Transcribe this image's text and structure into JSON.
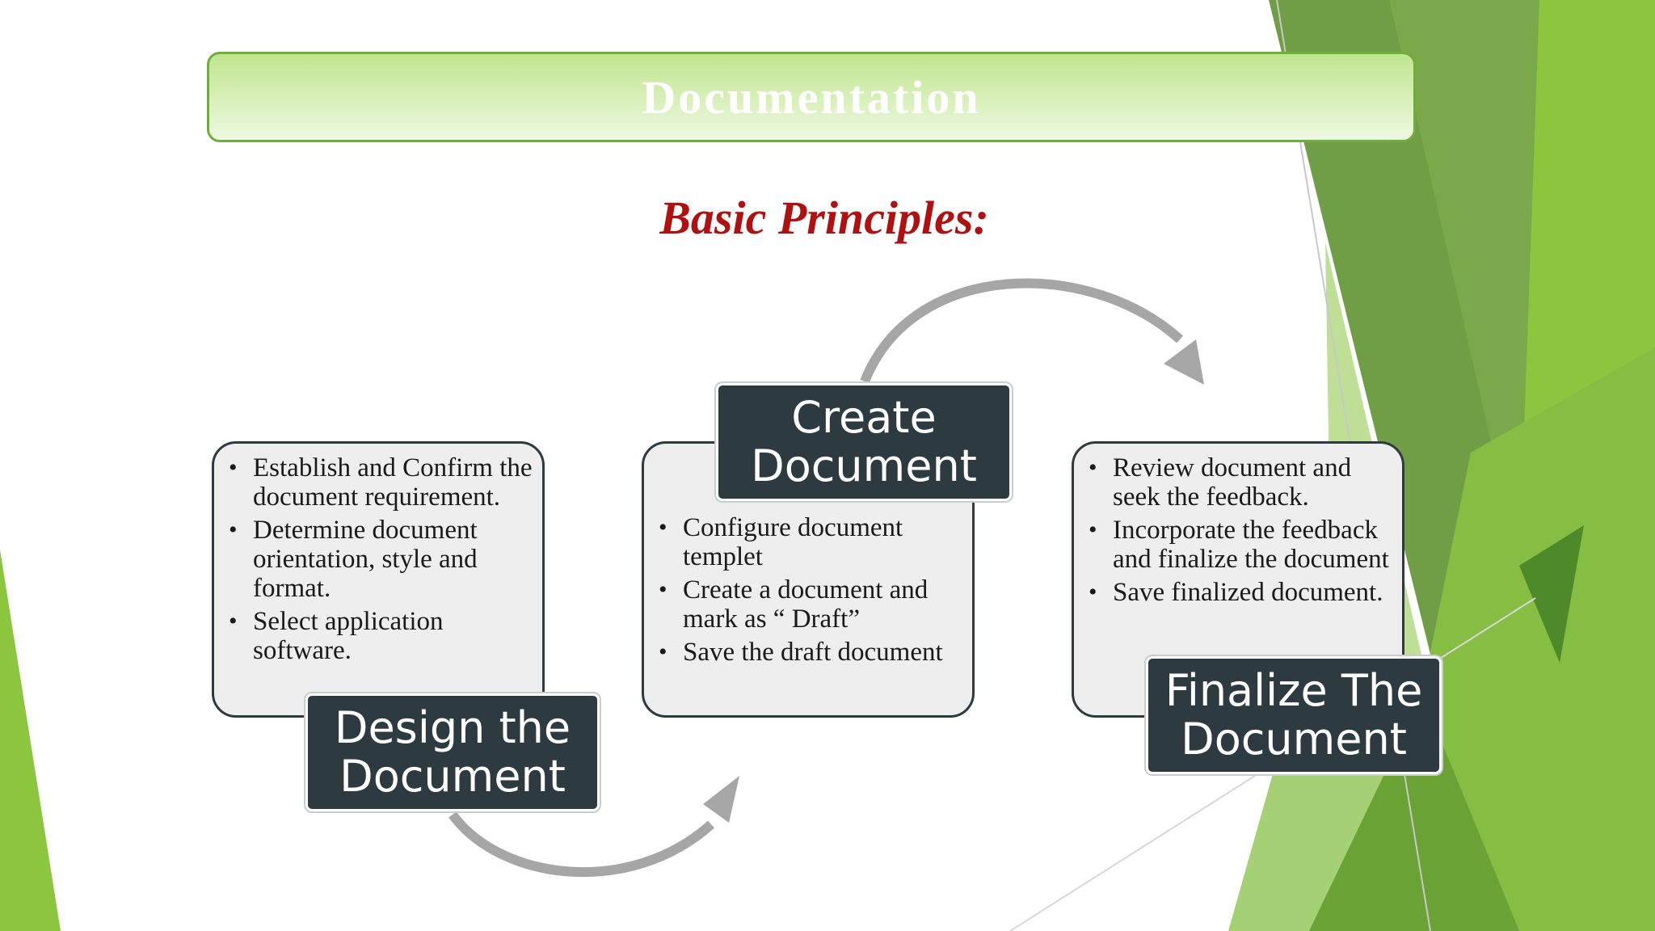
{
  "title": "Documentation",
  "subtitle": "Basic Principles:",
  "steps": [
    {
      "label_line1": "Design the",
      "label_line2": "Document",
      "bullets": [
        "Establish and Confirm the document requirement.",
        "Determine document orientation, style and format.",
        "Select application software."
      ]
    },
    {
      "label_line1": "Create",
      "label_line2": "Document",
      "bullets": [
        "Configure document templet",
        "Create a document and mark as “ Draft”",
        "Save the draft document"
      ]
    },
    {
      "label_line1": "Finalize The",
      "label_line2": "Document",
      "bullets": [
        "Review document and seek the feedback.",
        "Incorporate the feedback and finalize the document",
        "Save finalized document."
      ]
    }
  ],
  "colors": {
    "accent_green": "#8cc63f",
    "title_text": "#b01010",
    "label_bg": "#2d3b41",
    "card_bg": "#eeeeef",
    "arrow": "#a6a6a6"
  }
}
